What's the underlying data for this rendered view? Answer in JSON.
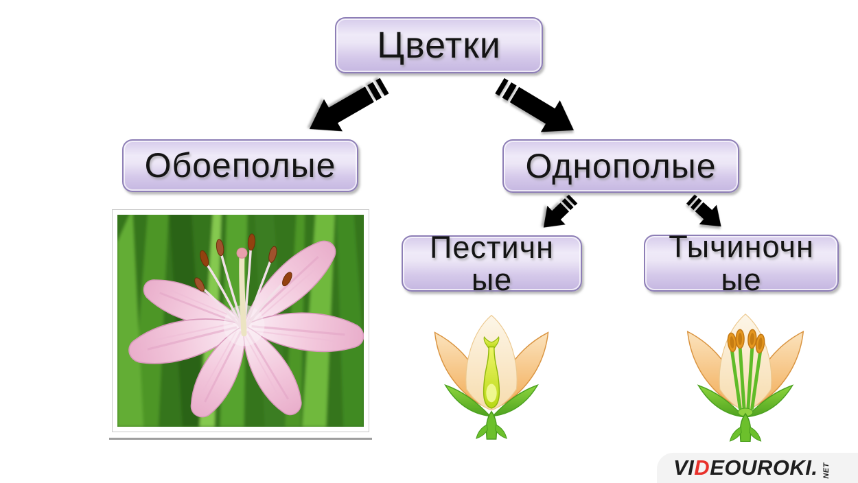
{
  "slide": {
    "background": "#ffffff",
    "topic": "flower types classification"
  },
  "nodes": {
    "root": {
      "label": "Цветки"
    },
    "bisexual": {
      "label": "Обоеполые"
    },
    "unisexual": {
      "label": "Однополые"
    },
    "pistillate": {
      "label": "Пестичные",
      "lines": [
        "Пестичн",
        "ые"
      ]
    },
    "staminate": {
      "label": "Тычиночные",
      "lines": [
        "Тычиночн",
        "ые"
      ]
    }
  },
  "illustrations": {
    "bisexual_photo": "pink-lily-photo",
    "pistillate_figure": "pistillate-flower-diagram",
    "staminate_figure": "staminate-flower-diagram"
  },
  "logo": {
    "pre": "VI",
    "d": "D",
    "post": "EOUROKI.",
    "tld": "NET"
  },
  "colors": {
    "node_border": "#8d7eb6",
    "node_fill_light": "#efeaf8",
    "node_fill_dark": "#c5b7e1",
    "arrow_blue": "#2d66a4",
    "logo_red": "#e8302a",
    "text": "#141414"
  }
}
